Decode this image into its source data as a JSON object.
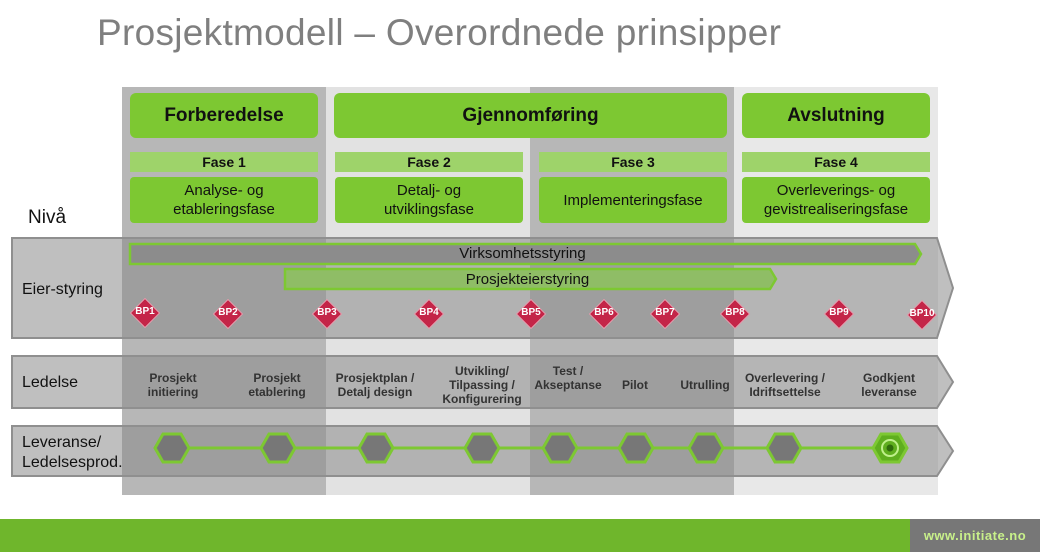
{
  "title": "Prosjektmodell – Overordnede prinsipper",
  "level_label": "Nivå",
  "phases": [
    {
      "label": "Forberedelse"
    },
    {
      "label": "Gjennomføring"
    },
    {
      "label": "Avslutning"
    }
  ],
  "stages": [
    {
      "fase": "Fase 1",
      "line1": "Analyse- og",
      "line2": "etableringsfase"
    },
    {
      "fase": "Fase 2",
      "line1": "Detalj- og",
      "line2": "utviklingsfase"
    },
    {
      "fase": "Fase 3",
      "line1": "Implementeringsfase",
      "line2": ""
    },
    {
      "fase": "Fase 4",
      "line1": "Overleverings- og",
      "line2": "gevistrealiseringsfase"
    }
  ],
  "rows": {
    "owner": "Eier-styring",
    "management": "Ledelse",
    "deliverables_line1": "Leveranse/",
    "deliverables_line2": "Ledelsesprod."
  },
  "owner_bars": {
    "business": "Virksomhetsstyring",
    "project_owner": "Prosjekteierstyring"
  },
  "decision_points": [
    "BP1",
    "BP2",
    "BP3",
    "BP4",
    "BP5",
    "BP6",
    "BP7",
    "BP8",
    "BP9",
    "BP10"
  ],
  "activities": [
    {
      "line1": "Prosjekt",
      "line2": "initiering",
      "line3": ""
    },
    {
      "line1": "Prosjekt",
      "line2": "etablering",
      "line3": ""
    },
    {
      "line1": "Prosjektplan /",
      "line2": "Detalj design",
      "line3": ""
    },
    {
      "line1": "Utvikling/",
      "line2": "Tilpassing  /",
      "line3": "Konfigurering"
    },
    {
      "line1": "Test /",
      "line2": "Akseptanse",
      "line3": ""
    },
    {
      "line1": "Pilot",
      "line2": "",
      "line3": ""
    },
    {
      "line1": "Utrulling",
      "line2": "",
      "line3": ""
    },
    {
      "line1": "Overlevering /",
      "line2": "Idriftsettelse",
      "line3": ""
    },
    {
      "line1": "Godkjent",
      "line2": "leveranse",
      "line3": ""
    }
  ],
  "footer": {
    "url": "www.initiate.no"
  },
  "colors": {
    "green": "#7dc832",
    "light_green": "#9ed36a",
    "bp_red": "#c42548",
    "grey_band": "#b3b3b3"
  }
}
